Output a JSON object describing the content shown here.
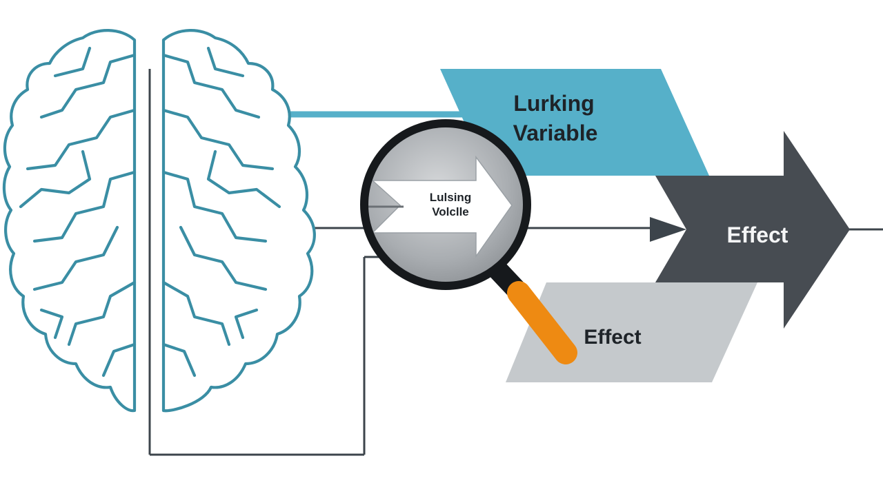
{
  "diagram": {
    "lurking_box": {
      "line1": "Lurking",
      "line2": "Variable"
    },
    "magnifier": {
      "line1": "Lulsing",
      "line2": "Volclle"
    },
    "effect_arrow": {
      "label": "Effect"
    },
    "effect_box": {
      "label": "Effect"
    },
    "colors": {
      "brain_outline": "#3a8ea4",
      "lurking_fill": "#56b0c9",
      "effect_arrow_fill": "#474c52",
      "effect_box_fill": "#c5c9cc",
      "connector": "#3c444b",
      "magnifier_rim": "#16191c",
      "magnifier_handle": "#ee8a12"
    },
    "icons": [
      "brain-icon",
      "magnifying-glass-icon",
      "arrow-icon"
    ]
  }
}
